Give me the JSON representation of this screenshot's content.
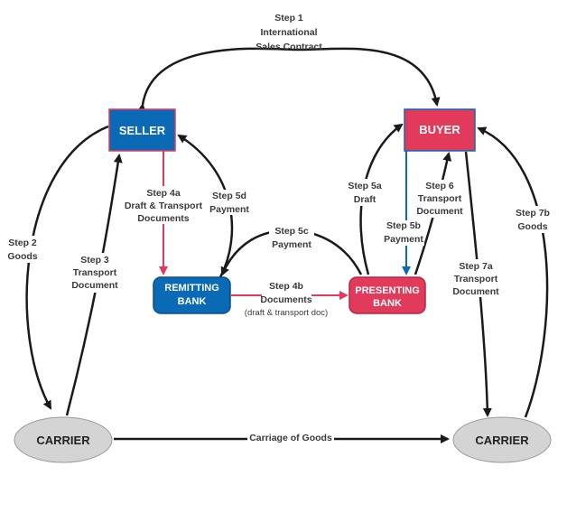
{
  "nodes": {
    "seller": {
      "label": "SELLER"
    },
    "buyer": {
      "label": "BUYER"
    },
    "remitting_bank": {
      "line1": "REMITTING",
      "line2": "BANK"
    },
    "presenting_bank": {
      "line1": "PRESENTING",
      "line2": "BANK"
    },
    "carrier_left": {
      "label": "CARRIER"
    },
    "carrier_right": {
      "label": "CARRIER"
    }
  },
  "steps": {
    "step1": {
      "line1": "Step 1",
      "line2": "International",
      "line3": "Sales Contract"
    },
    "step2": {
      "line1": "Step 2",
      "line2": "Goods"
    },
    "step3": {
      "line1": "Step 3",
      "line2": "Transport",
      "line3": "Document"
    },
    "step4a": {
      "line1": "Step 4a",
      "line2": "Draft & Transport",
      "line3": "Documents"
    },
    "step5d": {
      "line1": "Step 5d",
      "line2": "Payment"
    },
    "step5c": {
      "line1": "Step 5c",
      "line2": "Payment"
    },
    "step4b": {
      "line1": "Step 4b",
      "line2": "Documents",
      "line3": "(draft & transport doc)"
    },
    "step5a": {
      "line1": "Step 5a",
      "line2": "Draft"
    },
    "step5b": {
      "line1": "Step 5b",
      "line2": "Payment"
    },
    "step6": {
      "line1": "Step 6",
      "line2": "Transport",
      "line3": "Document"
    },
    "step7a": {
      "line1": "Step 7a",
      "line2": "Transport",
      "line3": "Document"
    },
    "step7b": {
      "line1": "Step 7b",
      "line2": "Goods"
    },
    "carriage": {
      "label": "Carriage of Goods"
    }
  },
  "colors": {
    "blue": "#0a6ab5",
    "red": "#e13a5a",
    "black_arrow": "#1a1a1a",
    "carrier_fill": "#d4d4d4"
  }
}
